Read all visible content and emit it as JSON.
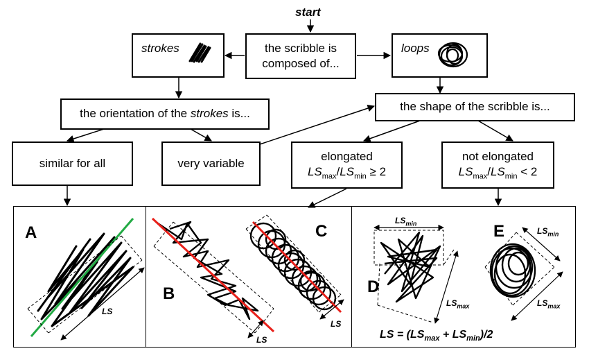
{
  "start_label": "start",
  "root": {
    "text": "the scribble is composed of..."
  },
  "strokes_box": {
    "label": "strokes"
  },
  "loops_box": {
    "label": "loops"
  },
  "orientation_box": {
    "prefix": "the orientation of the ",
    "emph": "strokes",
    "suffix": " is..."
  },
  "shape_box": {
    "text": "the shape of the scribble is..."
  },
  "leaves": {
    "similar": "similar for all",
    "variable": "very variable",
    "elongated": {
      "title": "elongated",
      "ls": "LS",
      "max": "max",
      "min": "min",
      "op": "≥ 2"
    },
    "not_elongated": {
      "title": "not elongated",
      "ls": "LS",
      "max": "max",
      "min": "min",
      "op": "< 2"
    }
  },
  "panel_labels": {
    "a": "A",
    "b": "B",
    "c": "C",
    "d": "D",
    "e": "E"
  },
  "measure": {
    "ls": "LS",
    "max": "max",
    "min": "min"
  },
  "formula": {
    "lhs": "LS = (LS",
    "mid": " + LS",
    "end": ")/2",
    "max": "max",
    "min": "min"
  },
  "colors": {
    "green_line": "#22aa44",
    "red_line": "#e8201a",
    "stroke": "#000000"
  }
}
